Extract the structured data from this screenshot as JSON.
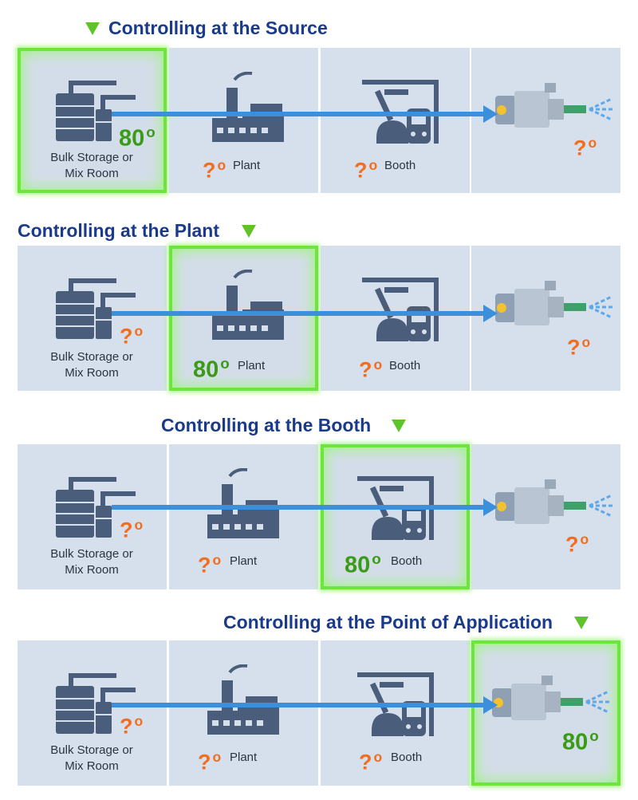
{
  "diagram": {
    "headings": [
      "Controlling at the Source",
      "Controlling at the Plant",
      "Controlling at the Booth",
      "Controlling at the Point of Application"
    ],
    "stages": {
      "storage": {
        "label_line1": "Bulk Storage or",
        "label_line2": "Mix Room"
      },
      "plant": {
        "label": "Plant"
      },
      "booth": {
        "label": "Booth"
      },
      "application": {
        "label": ""
      }
    },
    "values": {
      "controlled": "80",
      "unknown": "?",
      "degree_symbol": "o"
    },
    "scenarios": [
      {
        "controlled_stage": "storage"
      },
      {
        "controlled_stage": "plant"
      },
      {
        "controlled_stage": "booth"
      },
      {
        "controlled_stage": "application"
      }
    ],
    "colors": {
      "heading": "#1a3b8c",
      "panel": "#d6e0ec",
      "highlight": "#6ee53e",
      "flow_arrow": "#3c8fdb",
      "controlled_value": "#3a9b17",
      "unknown_value": "#f26d1f",
      "icon": "#4a5d7a"
    },
    "icons": [
      "storage-tanks-icon",
      "factory-icon",
      "robot-booth-icon",
      "spray-gun-icon",
      "triangle-marker-icon"
    ]
  }
}
